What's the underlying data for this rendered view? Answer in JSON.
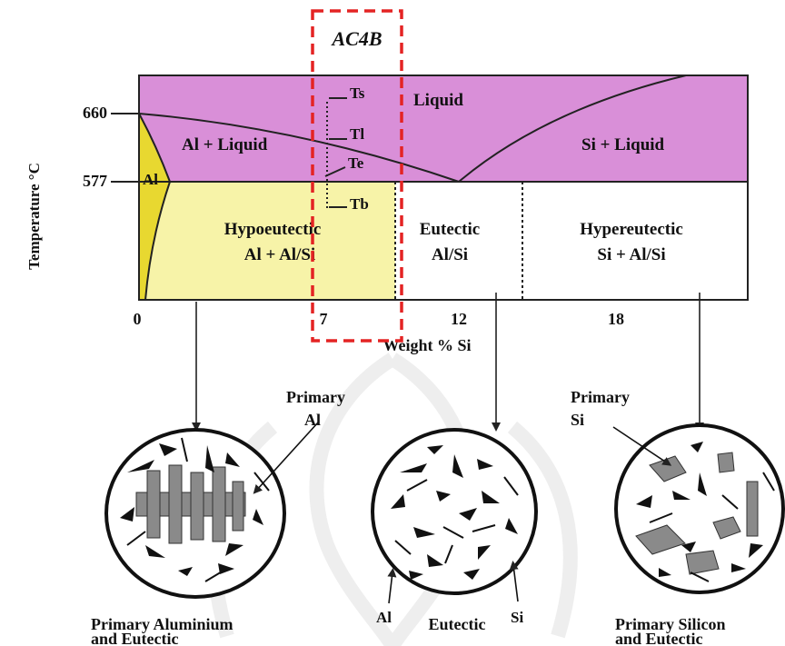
{
  "diagram": {
    "alloy_box_label": "AC4B",
    "y_axis_label": "Temperature °C",
    "x_axis_label": "Weight % Si",
    "y_ticks": [
      "660",
      "577"
    ],
    "x_ticks": [
      "0",
      "7",
      "12",
      "18"
    ],
    "point_labels": {
      "ts": "Ts",
      "tl": "Tl",
      "te": "Te",
      "tb": "Tb"
    },
    "regions": {
      "liquid": "Liquid",
      "al_liquid": "Al + Liquid",
      "si_liquid": "Si + Liquid",
      "al": "Al",
      "hypo_title": "Hypoeutectic",
      "hypo_sub": "Al + Al/Si",
      "eut_title": "Eutectic",
      "eut_sub": "Al/Si",
      "hyper_title": "Hypereutectic",
      "hyper_sub": "Si + Al/Si"
    },
    "micro": {
      "primary_al_1": "Primary",
      "primary_al_2": "Al",
      "primary_si_1": "Primary",
      "primary_si_2": "Si",
      "eut_al": "Al",
      "eut_si": "Si",
      "cap1_line1": "Primary Aluminium",
      "cap1_line2": "and Eutectic",
      "cap2": "Eutectic",
      "cap3_line1": "Primary Silicon",
      "cap3_line2": "and Eutectic"
    },
    "colors": {
      "liquid_region": "#d98fd8",
      "al_region": "#e8d830",
      "hypo_region": "#f7f3a8",
      "dashed_box": "#e42323"
    }
  }
}
